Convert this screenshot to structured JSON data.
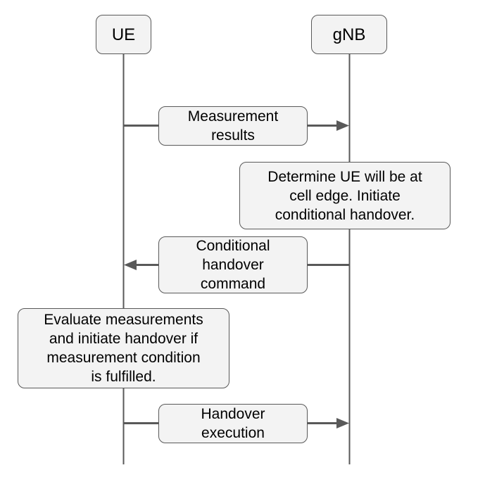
{
  "lifelines": {
    "ue": "UE",
    "gnb": "gNB"
  },
  "messages": [
    {
      "label": "Measurement\nresults",
      "direction": "UE -> gNB"
    },
    {
      "label": "Conditional\nhandover\ncommand",
      "direction": "gNB -> UE"
    },
    {
      "label": "Handover\nexecution",
      "direction": "UE -> gNB"
    }
  ],
  "notes": [
    {
      "text": "Determine UE will be at\ncell edge. Initiate\nconditional handover.",
      "on": "gNB"
    },
    {
      "text": "Evaluate measurements\nand initiate handover if\nmeasurement condition\nis fulfilled.",
      "on": "UE"
    }
  ],
  "colors": {
    "line": "#595959",
    "box_fill": "#f3f3f3",
    "box_border": "#595959"
  }
}
